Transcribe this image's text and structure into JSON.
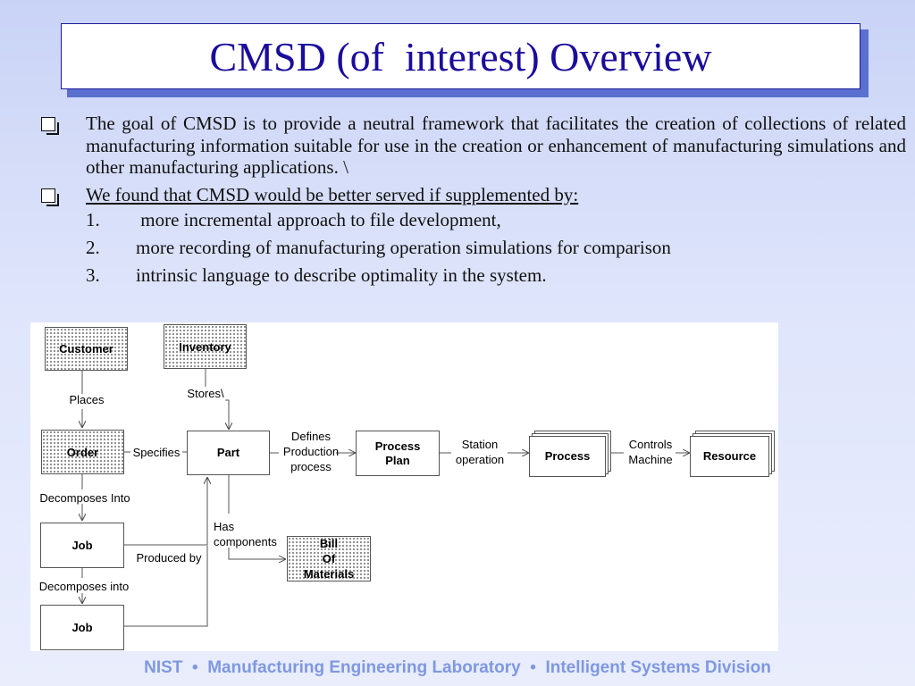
{
  "slide": {
    "title": "CMSD (of  interest) Overview",
    "bullets": [
      {
        "text": "The goal of CMSD is to provide a neutral framework that facilitates the creation of collections of related manufacturing information suitable for use in the creation or enhancement of manufacturing simulations and other manufacturing applications.  \\"
      },
      {
        "text": "We found that CMSD would be better served if supplemented by:"
      }
    ],
    "numbered": [
      {
        "num": "1.",
        "text": " more incremental approach to file development,"
      },
      {
        "num": "2.",
        "text": "more recording of manufacturing operation simulations for comparison"
      },
      {
        "num": "3.",
        "text": "intrinsic language to describe optimality in the system."
      }
    ],
    "footer": "NIST  •  Manufacturing Engineering Laboratory  •  Intelligent Systems Division"
  },
  "diagram": {
    "nodes": {
      "customer": "Customer",
      "inventory": "Inventory",
      "order": "Order",
      "part": "Part",
      "process_plan": "Process\nPlan",
      "process": "Process",
      "resource": "Resource",
      "job1": "Job",
      "job2": "Job",
      "bom": "Bill\nOf\nMaterials"
    },
    "edges": {
      "places": "Places",
      "stores": "Stores\\",
      "specifies": "Specifies",
      "defines": "Defines\nProduction\nprocess",
      "station": "Station\noperation",
      "controls": "Controls\nMachine",
      "decomposes1": "Decomposes Into",
      "decomposes2": "Decomposes into",
      "produced_by": "Produced by",
      "has_components": "Has\ncomponents"
    }
  }
}
